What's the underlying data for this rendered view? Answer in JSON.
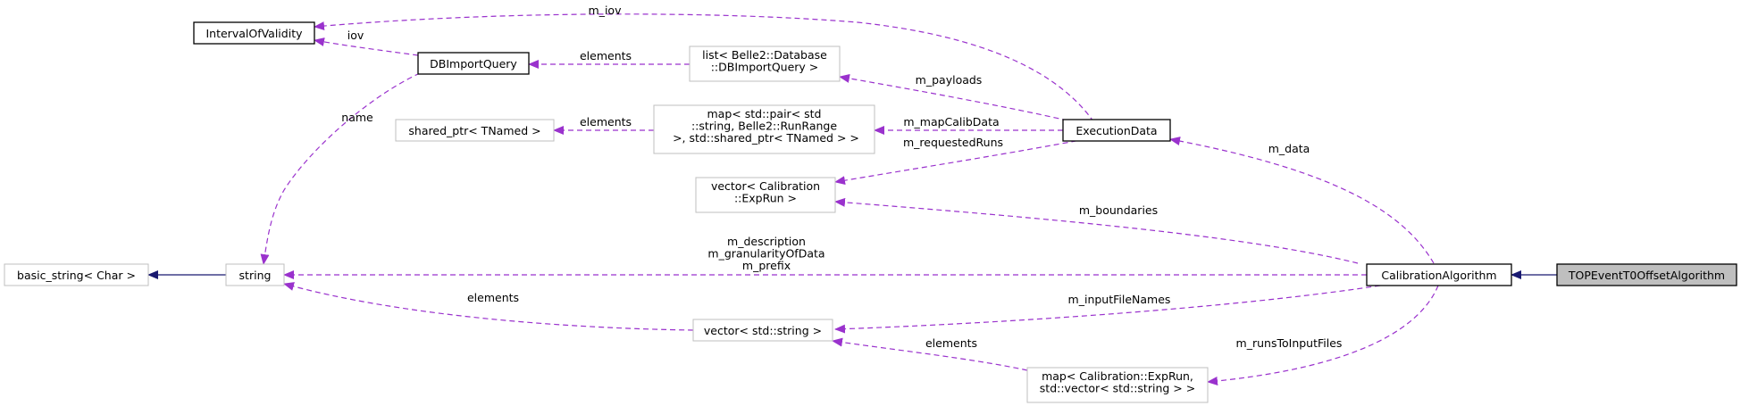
{
  "nodes": {
    "interval_of_validity": [
      "IntervalOfValidity"
    ],
    "db_import_query": [
      "DBImportQuery"
    ],
    "list_db_import_query": [
      "list< Belle2::Database",
      "::DBImportQuery >"
    ],
    "shared_ptr_tnamed": [
      "shared_ptr< TNamed >"
    ],
    "map_pair_string_runrange": [
      "map< std::pair< std",
      "::string, Belle2::RunRange",
      " >, std::shared_ptr< TNamed > >"
    ],
    "execution_data": [
      "ExecutionData"
    ],
    "vector_exprun": [
      "vector< Calibration",
      "::ExpRun >"
    ],
    "basic_string_char": [
      "basic_string< Char >"
    ],
    "string": [
      "string"
    ],
    "calibration_algorithm": [
      "CalibrationAlgorithm"
    ],
    "top_event_t0_offset_algorithm": [
      "TOPEventT0OffsetAlgorithm"
    ],
    "vector_std_string": [
      "vector< std::string >"
    ],
    "map_exprun_vector_string": [
      "map< Calibration::ExpRun,",
      "std::vector< std::string > >"
    ]
  },
  "edges": {
    "m_iov": [
      "m_iov"
    ],
    "iov": [
      "iov"
    ],
    "elements_dbq": [
      "elements"
    ],
    "m_payloads": [
      "m_payloads"
    ],
    "name": [
      "name"
    ],
    "elements_shared": [
      "elements"
    ],
    "m_map_calib_data": [
      "m_mapCalibData"
    ],
    "m_requested_runs": [
      "m_requestedRuns"
    ],
    "m_data": [
      "m_data"
    ],
    "m_boundaries": [
      "m_boundaries"
    ],
    "string_members": [
      "m_description",
      "m_granularityOfData",
      "m_prefix"
    ],
    "elements_vector": [
      "elements"
    ],
    "m_input_file_names": [
      "m_inputFileNames"
    ],
    "elements_map": [
      "elements"
    ],
    "m_runs_to_input_files": [
      "m_runsToInputFiles"
    ]
  },
  "colors": {
    "usage_edge": "#9a32cd",
    "inheritance_edge": "#191970",
    "focus_node_fill": "#bfbfbf",
    "weak_node_border": "#bfbfbf"
  }
}
